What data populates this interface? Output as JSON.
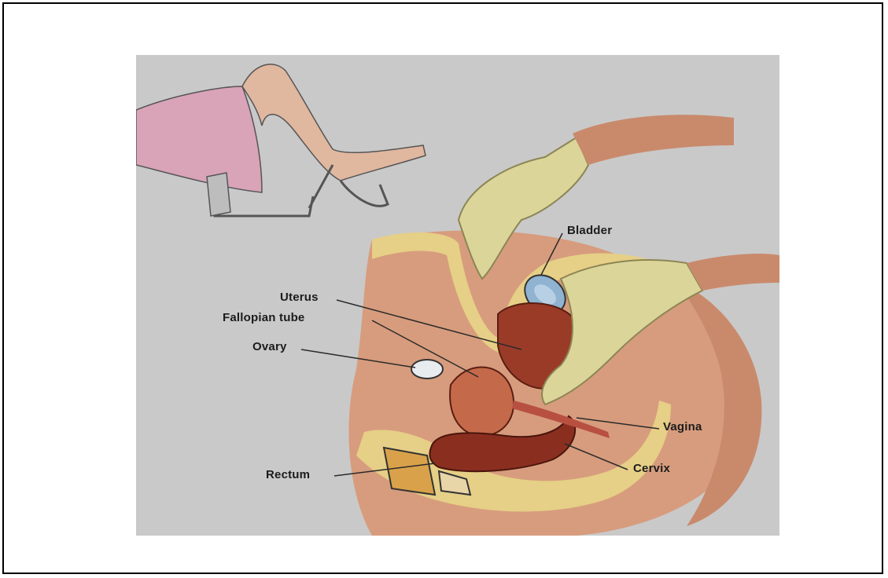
{
  "diagram": {
    "labels": {
      "bladder": "Bladder",
      "uterus": "Uterus",
      "fallopian_tube": "Fallopian tube",
      "ovary": "Ovary",
      "vagina": "Vagina",
      "rectum": "Rectum",
      "cervix": "Cervix"
    },
    "colors": {
      "background": "#c9c9c9",
      "skin": "#e0a98a",
      "glove": "#dcd59a",
      "fat": "#e6cf86",
      "muscle": "#9a3b28",
      "drape": "#d9a3b8"
    }
  }
}
